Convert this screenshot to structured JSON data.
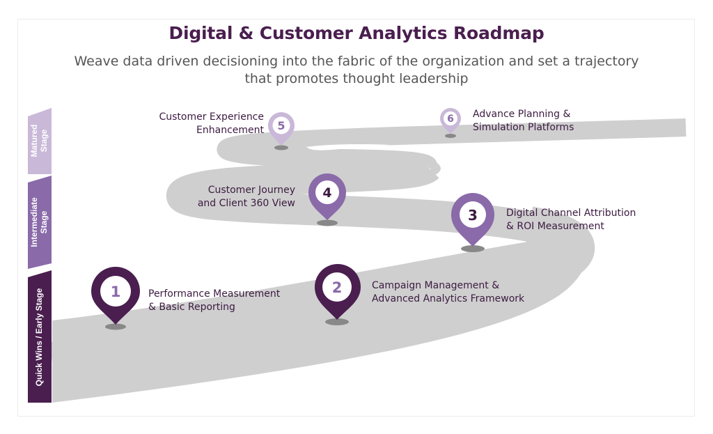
{
  "title": "Digital & Customer Analytics Roadmap",
  "subtitle_line1": "Weave data driven decisioning into the fabric of the organization and set a trajectory",
  "subtitle_line2": "that promotes thought leadership",
  "stages": [
    {
      "label_line1": "Matured",
      "label_line2": "Stage",
      "color": "#c9b8d8"
    },
    {
      "label_line1": "Intermediate",
      "label_line2": "Stage",
      "color": "#8a6aa9"
    },
    {
      "label_line1": "Quick Wins / Early Stage",
      "label_line2": "",
      "color": "#4a1e4f"
    }
  ],
  "milestones": [
    {
      "number": "1",
      "line1": "Performance Measurement",
      "line2": "& Basic Reporting",
      "color": "#4a1e4f"
    },
    {
      "number": "2",
      "line1": "Campaign Management &",
      "line2": "Advanced Analytics Framework",
      "color": "#4a1e4f"
    },
    {
      "number": "3",
      "line1": "Digital Channel Attribution",
      "line2": "& ROI Measurement",
      "color": "#8a6aa9"
    },
    {
      "number": "4",
      "line1": "Customer Journey",
      "line2": "and Client 360 View",
      "color": "#8a6aa9"
    },
    {
      "number": "5",
      "line1": "Customer Experience",
      "line2": "Enhancement",
      "color": "#c9b8d8"
    },
    {
      "number": "6",
      "line1": "Advance Planning &",
      "line2": "Simulation Platforms",
      "color": "#c9b8d8"
    }
  ],
  "road_color": "#cfcfcf"
}
